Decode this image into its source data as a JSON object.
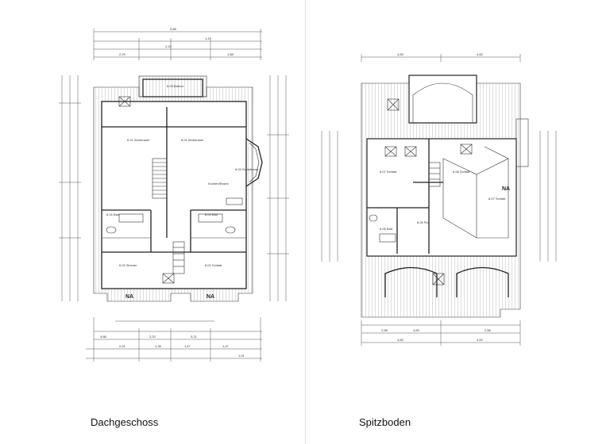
{
  "captions": {
    "left": "Dachgeschoss",
    "right": "Spitzboden"
  },
  "left_plan": {
    "labels": {
      "balkon": "6.09 Balkon",
      "wohnraum_a": "6.01 Wohnraum",
      "wohnraum_b": "8.01 Wohnraum",
      "schlafraum": "6.03 Schlafraum",
      "bad_a": "6.04 Bad",
      "bad_b": "8.04 Bad",
      "kochen": "Kochen/Essen",
      "zimmer": "6.02 Zimmer",
      "schlafr_b": "8.02 Schlafr.",
      "na1": "NA",
      "na2": "NA"
    },
    "dims": [
      "9,88",
      "1,47",
      "2,20",
      "2,29",
      "1,88",
      "3,88",
      "2,20",
      "3,21",
      "2,01",
      "1,38",
      "1,47",
      "1,47",
      "1,01"
    ]
  },
  "right_plan": {
    "labels": {
      "schlafr_a": "6.07 Schlafr.",
      "schlafr_b": "6.08 Schlafr.",
      "schlafr_c": "8.07 Schlafr.",
      "bad": "6.06 Bad",
      "flur": "6.05 Flur",
      "na": "NA"
    },
    "dims": [
      "4,83",
      "4,82",
      "2,58",
      "4,83",
      "4,82",
      "4,83",
      "2,68"
    ]
  }
}
